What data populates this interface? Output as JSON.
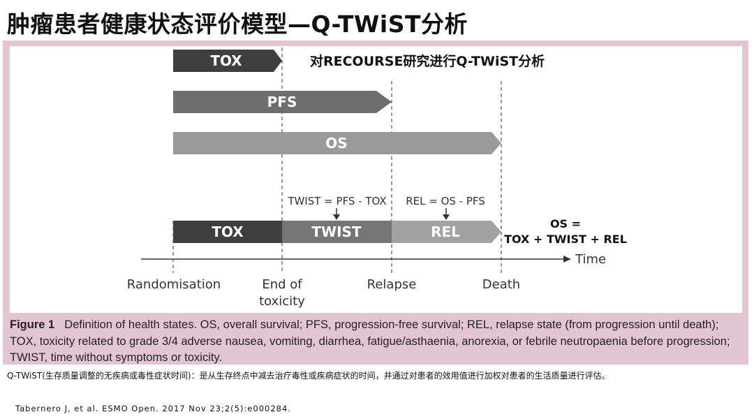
{
  "title": "肿瘤患者健康状态评价模型—Q-TWiST分析",
  "subtitle": "对RECOURSE研究进行Q-TWiST分析",
  "bars": {
    "tox": "TOX",
    "pfs": "PFS",
    "os": "OS"
  },
  "segments": {
    "tox": "TOX",
    "twist": "TWIST",
    "rel": "REL"
  },
  "formulas": {
    "twist": "TWIST = PFS - TOX",
    "rel": "REL = OS - PFS",
    "os_line1": "OS =",
    "os_line2": "TOX + TWIST + REL"
  },
  "axis": {
    "time_label": "Time",
    "randomisation": "Randomisation",
    "end_of_toxicity_1": "End of",
    "end_of_toxicity_2": "toxicity",
    "relapse": "Relapse",
    "death": "Death"
  },
  "caption": {
    "figure_label": "Figure 1",
    "text": "Definition of health states. OS, overall survival; PFS, progression-free survival; REL, relapse state (from progression until death); TOX, toxicity related to grade 3/4 adverse nausea, vomiting, diarrhea, fatigue/asthaenia, anorexia, or febrile neutropaenia before progression; TWIST, time without symptoms or toxicity."
  },
  "note": "Q-TWiST(生存质量调整的无疾病或毒性症状时间)：是从生存终点中减去治疗毒性或疾病症状的时间，并通过对患者的效用值进行加权对患者的生活质量进行评估。",
  "reference": "Tabernero J, et al. ESMO Open. 2017 Nov 23;2(5):e000284.",
  "colors": {
    "frame": "#e3c4d1",
    "tox": "#3f3f3f",
    "pfs": "#6e6e6e",
    "os": "#9a9a9a",
    "twist": "#757575",
    "rel": "#a2a2a2"
  }
}
